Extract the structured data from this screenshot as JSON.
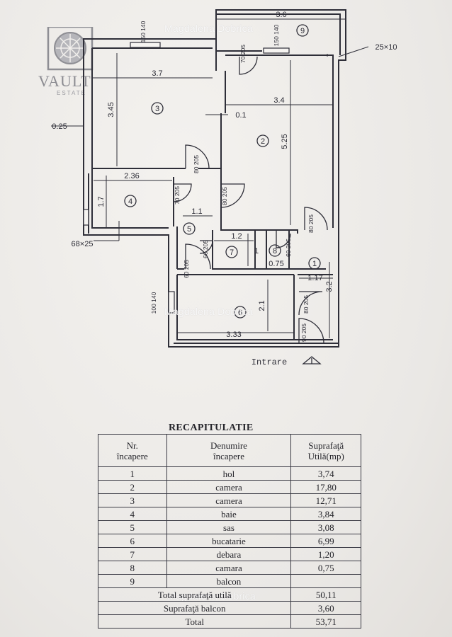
{
  "watermark": {
    "text": "Magdalena Dobrica"
  },
  "logo": {
    "text": "VAULT",
    "subtext": "ESTATE"
  },
  "plan": {
    "room_numbers": [
      "1",
      "2",
      "3",
      "4",
      "5",
      "6",
      "7",
      "8",
      "9"
    ],
    "dimensions": {
      "top_right_width": "3.6",
      "top_left_window": "150 140",
      "top_right_window": "150 140",
      "balcony_window": "70 205",
      "wall_callout": "25×10",
      "room3_width": "3.7",
      "room3_depth": "3.45",
      "wall_left": "0.25",
      "room2_width": "3.4",
      "room2_depth": "5.25",
      "partition": "0.1",
      "door3": "80 205",
      "bath_width": "2.36",
      "bath_depth": "1.7",
      "door4": "70 205",
      "door2": "80 205",
      "window4": "68×25",
      "sas_width": "1.1",
      "door1": "80 205",
      "debara_width": "1.2",
      "debara_depth": "1",
      "door7": "60 205",
      "door8": "60 205",
      "camara_depth": "0.75",
      "hol_width": "1.17",
      "hol_depth": "3.2",
      "door_kitchen": "60 205",
      "kitchen_window": "100 140",
      "kitchen_depth": "2.1",
      "door_hol": "80 205",
      "kitchen_width": "3.33",
      "entry_door": "90 205"
    },
    "entrance_label": "Intrare"
  },
  "recap": {
    "title": "RECAPITULATIE",
    "headers": {
      "nr": [
        "Nr.",
        "încapere"
      ],
      "name": [
        "Denumire",
        "încapere"
      ],
      "area": [
        "Suprafaţă",
        "Utilă(mp)"
      ]
    },
    "rows": [
      {
        "nr": "1",
        "name": "hol",
        "area": "3,74"
      },
      {
        "nr": "2",
        "name": "camera",
        "area": "17,80"
      },
      {
        "nr": "3",
        "name": "camera",
        "area": "12,71"
      },
      {
        "nr": "4",
        "name": "baie",
        "area": "3,84"
      },
      {
        "nr": "5",
        "name": "sas",
        "area": "3,08"
      },
      {
        "nr": "6",
        "name": "bucatarie",
        "area": "6,99"
      },
      {
        "nr": "7",
        "name": "debara",
        "area": "1,20"
      },
      {
        "nr": "8",
        "name": "camara",
        "area": "0,75"
      },
      {
        "nr": "9",
        "name": "balcon",
        "area": ""
      }
    ],
    "totals": [
      {
        "label": "Total suprafaţă utilă",
        "value": "50,11"
      },
      {
        "label": "Suprafaţă balcon",
        "value": "3,60"
      },
      {
        "label": "Total",
        "value": "53,71"
      }
    ]
  }
}
